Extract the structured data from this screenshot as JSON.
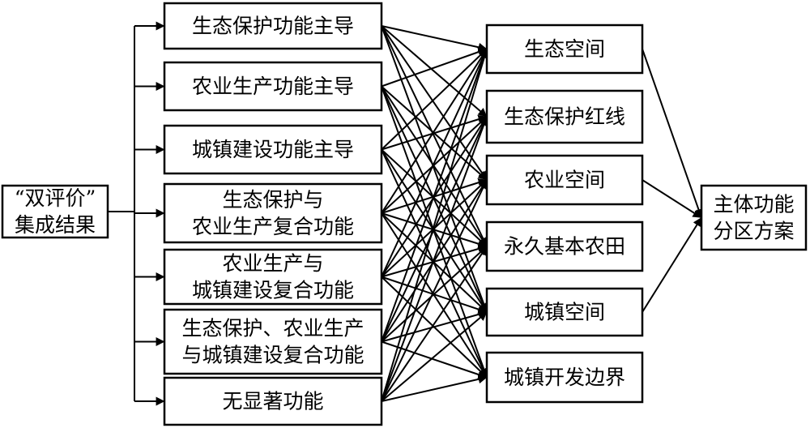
{
  "source": {
    "lines": [
      "“双评价”",
      "集成结果"
    ]
  },
  "functions": [
    {
      "id": "f1",
      "lines": [
        "生态保护功能主导"
      ]
    },
    {
      "id": "f2",
      "lines": [
        "农业生产功能主导"
      ]
    },
    {
      "id": "f3",
      "lines": [
        "城镇建设功能主导"
      ]
    },
    {
      "id": "f4",
      "lines": [
        "生态保护与",
        "农业生产复合功能"
      ]
    },
    {
      "id": "f5",
      "lines": [
        "农业生产与",
        "城镇建设复合功能"
      ]
    },
    {
      "id": "f6",
      "lines": [
        "生态保护、农业生产",
        "与城镇建设复合功能"
      ]
    },
    {
      "id": "f7",
      "lines": [
        "无显著功能"
      ]
    }
  ],
  "spaces": [
    {
      "id": "s1",
      "lines": [
        "生态空间"
      ]
    },
    {
      "id": "s2",
      "lines": [
        "生态保护红线"
      ]
    },
    {
      "id": "s3",
      "lines": [
        "农业空间"
      ]
    },
    {
      "id": "s4",
      "lines": [
        "永久基本农田"
      ]
    },
    {
      "id": "s5",
      "lines": [
        "城镇空间"
      ]
    },
    {
      "id": "s6",
      "lines": [
        "城镇开发边界"
      ]
    }
  ],
  "result": {
    "lines": [
      "主体功能",
      "分区方案"
    ]
  },
  "edges": [
    [
      "f1",
      "s1"
    ],
    [
      "f1",
      "s2"
    ],
    [
      "f1",
      "s3"
    ],
    [
      "f1",
      "s4"
    ],
    [
      "f1",
      "s5"
    ],
    [
      "f2",
      "s1"
    ],
    [
      "f2",
      "s3"
    ],
    [
      "f2",
      "s4"
    ],
    [
      "f2",
      "s5"
    ],
    [
      "f2",
      "s6"
    ],
    [
      "f3",
      "s1"
    ],
    [
      "f3",
      "s2"
    ],
    [
      "f3",
      "s4"
    ],
    [
      "f3",
      "s5"
    ],
    [
      "f3",
      "s6"
    ],
    [
      "f4",
      "s1"
    ],
    [
      "f4",
      "s2"
    ],
    [
      "f4",
      "s3"
    ],
    [
      "f4",
      "s4"
    ],
    [
      "f4",
      "s5"
    ],
    [
      "f4",
      "s6"
    ],
    [
      "f5",
      "s1"
    ],
    [
      "f5",
      "s2"
    ],
    [
      "f5",
      "s3"
    ],
    [
      "f5",
      "s4"
    ],
    [
      "f5",
      "s5"
    ],
    [
      "f5",
      "s6"
    ],
    [
      "f6",
      "s1"
    ],
    [
      "f6",
      "s2"
    ],
    [
      "f6",
      "s3"
    ],
    [
      "f6",
      "s4"
    ],
    [
      "f6",
      "s5"
    ],
    [
      "f6",
      "s6"
    ],
    [
      "f7",
      "s1"
    ],
    [
      "f7",
      "s2"
    ],
    [
      "f7",
      "s3"
    ],
    [
      "f7",
      "s4"
    ],
    [
      "f7",
      "s5"
    ],
    [
      "f7",
      "s6"
    ]
  ],
  "result_inputs": [
    "s1",
    "s3",
    "s5"
  ]
}
